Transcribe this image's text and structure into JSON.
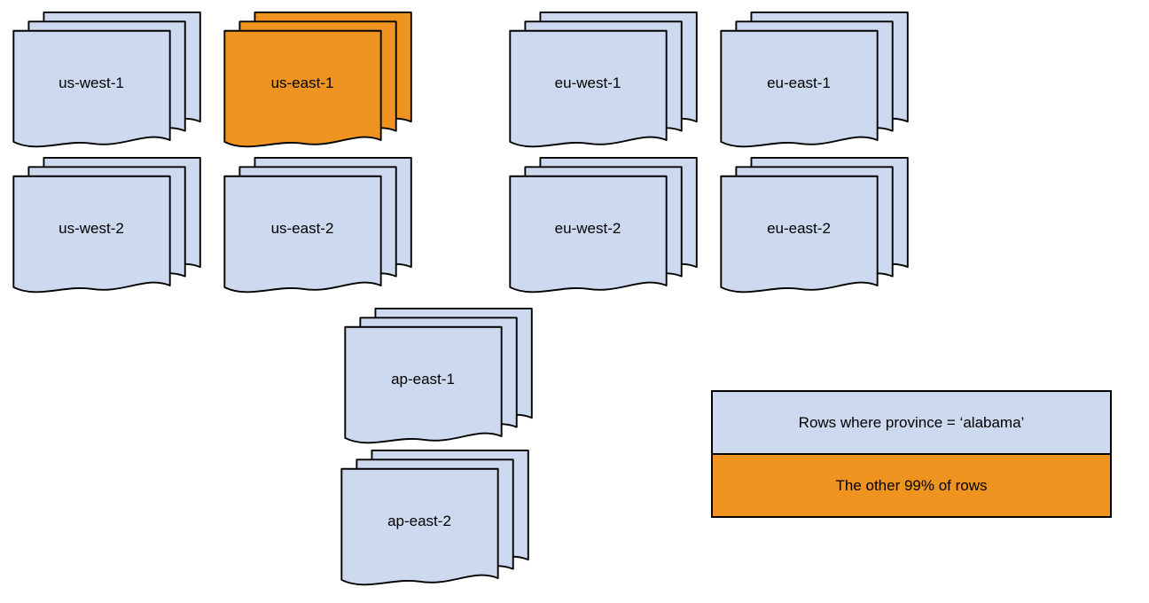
{
  "diagram": {
    "stacks": [
      {
        "label": "us-west-1",
        "highlighted": false
      },
      {
        "label": "us-east-1",
        "highlighted": true
      },
      {
        "label": "eu-west-1",
        "highlighted": false
      },
      {
        "label": "eu-east-1",
        "highlighted": false
      },
      {
        "label": "us-west-2",
        "highlighted": false
      },
      {
        "label": "us-east-2",
        "highlighted": false
      },
      {
        "label": "eu-west-2",
        "highlighted": false
      },
      {
        "label": "eu-east-2",
        "highlighted": false
      },
      {
        "label": "ap-east-1",
        "highlighted": false
      },
      {
        "label": "ap-east-2",
        "highlighted": false
      }
    ],
    "legend": {
      "items": [
        {
          "label": "Rows where province = ‘alabama’",
          "color": "#cdd9ee"
        },
        {
          "label": "The other 99% of rows",
          "color": "#ef9421"
        }
      ]
    },
    "colors": {
      "region_default": "#cdd9ee",
      "region_highlight": "#ef9421",
      "stroke": "#000000",
      "background": "#ffffff"
    }
  }
}
